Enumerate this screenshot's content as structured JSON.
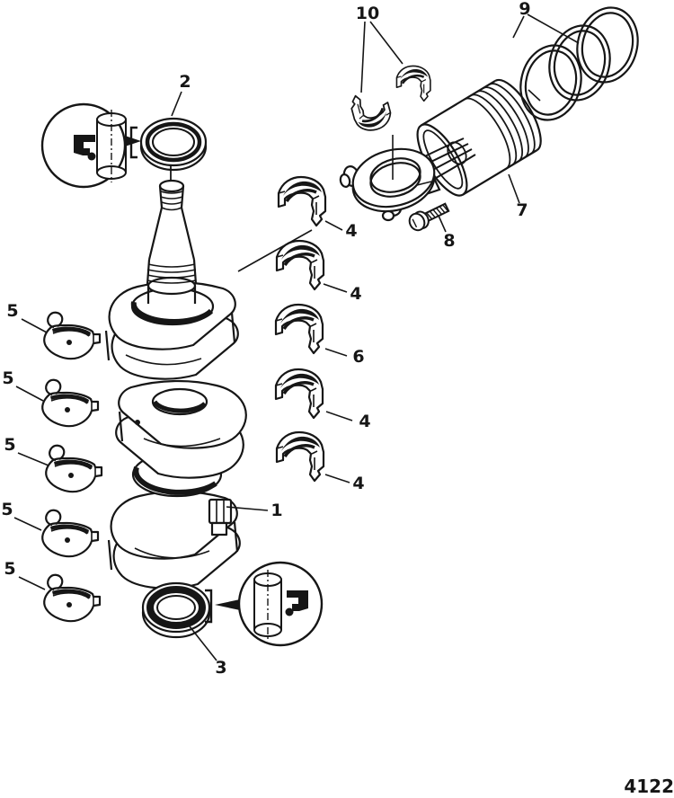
{
  "figure": {
    "background": "#ffffff",
    "line_color": "#161616"
  },
  "callouts": {
    "crankshaft": "1",
    "upper_seal": "2",
    "lower_seal": "3",
    "rod_bearing": "4",
    "main_bearing": "5",
    "center_bearing": "6",
    "piston": "7",
    "screw": "8",
    "piston_rings": "9",
    "bearing_set": "10"
  },
  "bearing_columns": {
    "left": [
      "5",
      "5",
      "5",
      "5",
      "5"
    ],
    "middle": [
      "4",
      "4",
      "6",
      "4",
      "4"
    ]
  },
  "drawing_number": "4122"
}
